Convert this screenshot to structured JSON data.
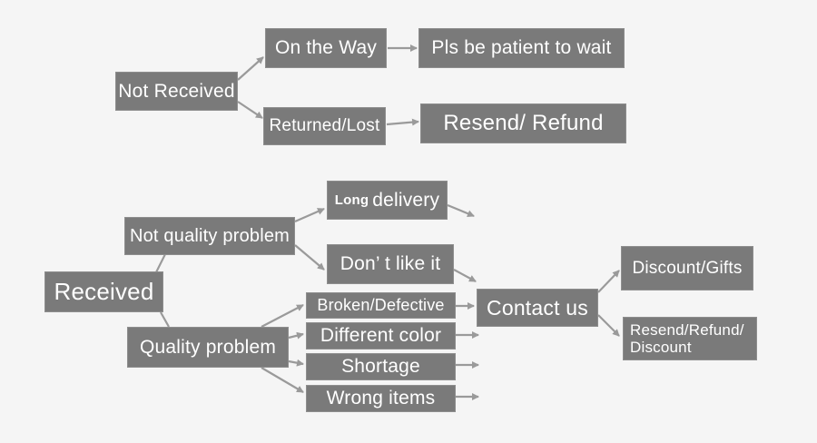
{
  "colors": {
    "box_fill": "#7a7a7a",
    "box_text": "#ffffff",
    "arrow": "#9a9a9a",
    "background": "#f5f5f5"
  },
  "nodes": {
    "not_received": "Not Received",
    "on_the_way": "On the Way",
    "pls_wait": "Pls be patient to wait",
    "returned_lost": "Returned/Lost",
    "resend_refund": "Resend/ Refund",
    "received": "Received",
    "not_quality_problem": "Not quality problem",
    "long_delivery_prefix": "Long",
    "long_delivery_suffix": "delivery",
    "dont_like_it": "Don’ t like it",
    "quality_problem": "Quality problem",
    "broken_defective": "Broken/Defective",
    "different_color": "Different color",
    "shortage": "Shortage",
    "wrong_items": "Wrong items",
    "contact_us": "Contact us",
    "discount_gifts": "Discount/Gifts",
    "resend_refund_discount_line1": "Resend/Refund/",
    "resend_refund_discount_line2": "Discount"
  }
}
